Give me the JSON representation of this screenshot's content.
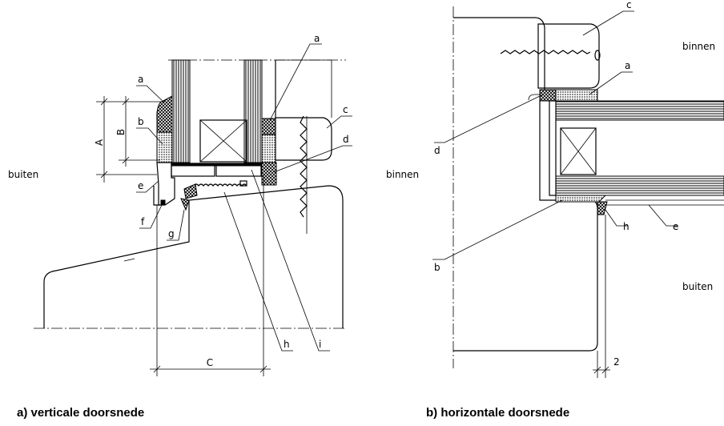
{
  "left": {
    "labels": {
      "a1": "a",
      "a2": "a",
      "b": "b",
      "c": "c",
      "d": "d",
      "e": "e",
      "f": "f",
      "g": "g",
      "h": "h",
      "i": "i"
    },
    "dims": {
      "A": "A",
      "B": "B",
      "C": "C"
    },
    "side_outside": "buiten",
    "caption": "a) verticale doorsnede"
  },
  "right": {
    "labels": {
      "a": "a",
      "b": "b",
      "c": "c",
      "d": "d",
      "e": "e",
      "h": "h"
    },
    "dims": {
      "two": "2"
    },
    "side_inside_top": "binnen",
    "side_inside_left": "binnen",
    "side_outside": "buiten",
    "caption": "b) horizontale doorsnede"
  }
}
